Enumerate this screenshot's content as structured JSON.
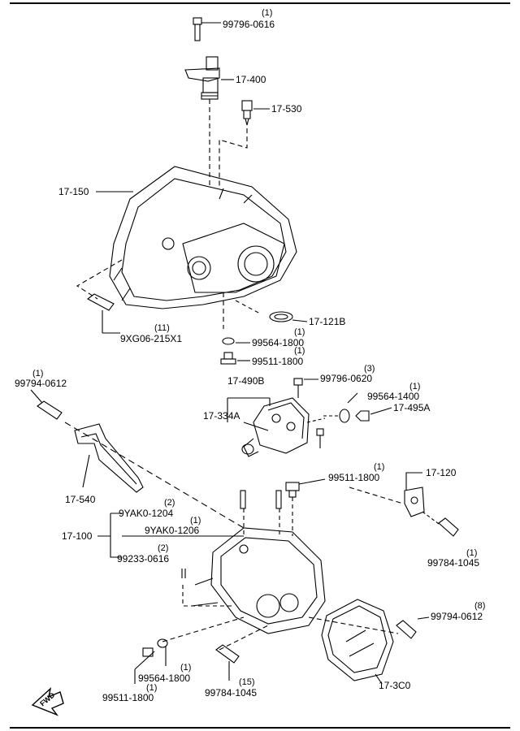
{
  "parts": {
    "p_99796_0616": {
      "number": "99796-0616",
      "qty": "(1)"
    },
    "p_17_400": {
      "number": "17-400"
    },
    "p_17_530": {
      "number": "17-530"
    },
    "p_17_150": {
      "number": "17-150"
    },
    "p_17_121b": {
      "number": "17-121B"
    },
    "p_9xg06": {
      "number": "9XG06-215X1",
      "qty": "(11)"
    },
    "p_99564_1800_a": {
      "number": "99564-1800",
      "qty": "(1)"
    },
    "p_99511_1800_a": {
      "number": "99511-1800",
      "qty": "(1)"
    },
    "p_99794_0612_a": {
      "number": "99794-0612",
      "qty": "(1)"
    },
    "p_17_490b": {
      "number": "17-490B"
    },
    "p_99796_0620": {
      "number": "99796-0620",
      "qty": "(3)"
    },
    "p_99564_1400": {
      "number": "99564-1400",
      "qty": "(1)"
    },
    "p_17_495a": {
      "number": "17-495A"
    },
    "p_17_334a": {
      "number": "17-334A"
    },
    "p_17_540": {
      "number": "17-540"
    },
    "p_99511_1800_b": {
      "number": "99511-1800",
      "qty": "(1)"
    },
    "p_17_120": {
      "number": "17-120"
    },
    "p_9yak0_1204": {
      "number": "9YAK0-1204",
      "qty": "(2)"
    },
    "p_9yak0_1206": {
      "number": "9YAK0-1206",
      "qty": "(1)"
    },
    "p_17_100": {
      "number": "17-100"
    },
    "p_99233_0616": {
      "number": "99233-0616",
      "qty": "(2)"
    },
    "p_99784_1045_a": {
      "number": "99784-1045",
      "qty": "(1)"
    },
    "p_99794_0612_b": {
      "number": "99794-0612",
      "qty": "(8)"
    },
    "p_99564_1800_b": {
      "number": "99564-1800",
      "qty": "(1)"
    },
    "p_99511_1800_c": {
      "number": "99511-1800",
      "qty": "(1)"
    },
    "p_99784_1045_b": {
      "number": "99784-1045",
      "qty": "(15)"
    },
    "p_17_3c0": {
      "number": "17-3C0"
    }
  },
  "fwd_badge": "FWD",
  "icons": {
    "fwd": "forward-arrow-icon"
  }
}
